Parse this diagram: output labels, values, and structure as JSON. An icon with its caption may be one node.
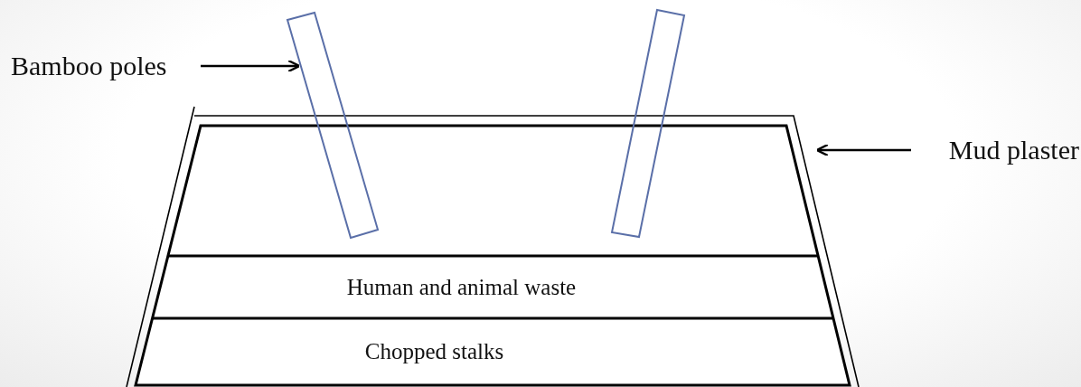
{
  "diagram": {
    "nodes": [
      {
        "text": [
          "Bamboo poles"
        ]
      },
      {
        "text": [],
        "shape": "bar"
      },
      {
        "text": [],
        "shape": "bar"
      },
      {
        "text": [
          "Mud plaster"
        ]
      },
      {
        "text": [],
        "shape": "box"
      },
      {
        "text": [
          "Human and animal waste"
        ],
        "in": 4
      },
      {
        "text": [
          "Chopped stalks"
        ],
        "in": 4
      }
    ],
    "edges": [
      {
        "from": 0,
        "to": 1,
        "arrow": "to"
      },
      {
        "from": 3,
        "to": 4,
        "arrow": "to"
      }
    ]
  }
}
